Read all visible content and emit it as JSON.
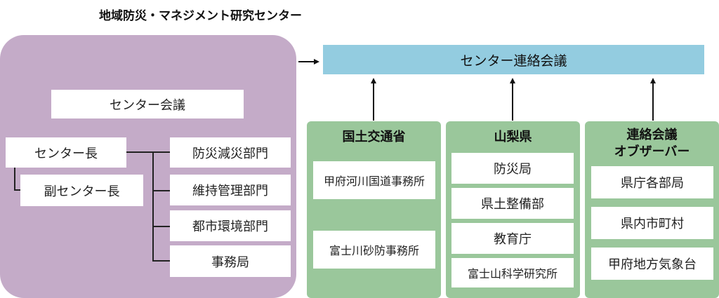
{
  "title": "地域防災・マネジメント研究センター",
  "center": {
    "meeting": "センター会議",
    "director": "センター長",
    "vice_director": "副センター長",
    "departments": [
      "防災減災部門",
      "維持管理部門",
      "都市環境部門",
      "事務局"
    ]
  },
  "liaison": {
    "label": "センター連絡会議"
  },
  "groups": [
    {
      "title": "国土交通省",
      "items": [
        "甲府河川国道事務所",
        "富士川砂防事務所"
      ]
    },
    {
      "title": "山梨県",
      "items": [
        "防災局",
        "県土整備部",
        "教育庁",
        "富士山科学研究所"
      ]
    },
    {
      "title_line1": "連絡会議",
      "title_line2": "オブザーバー",
      "items": [
        "県庁各部局",
        "県内市町村",
        "甲府地方気象台"
      ]
    }
  ]
}
